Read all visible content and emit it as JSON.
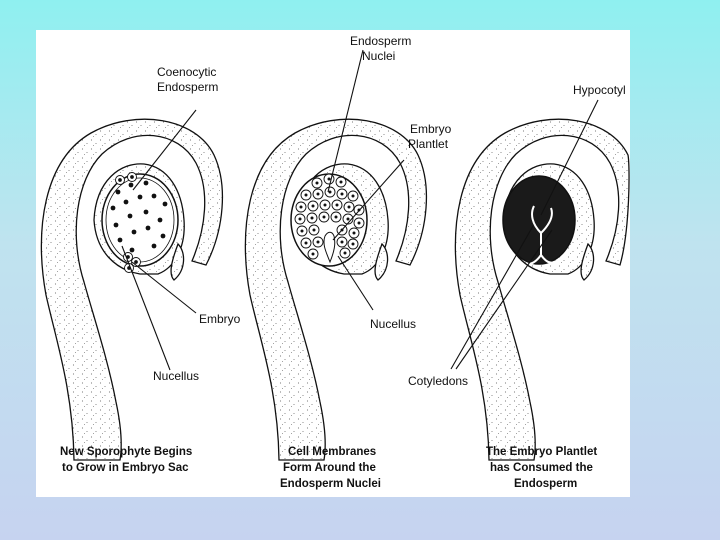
{
  "background": {
    "gradient_top": "#8ff0f0",
    "gradient_bottom": "#c6d3f0"
  },
  "panels": [
    {
      "labels": {
        "coenocytic_1": "Coenocytic",
        "coenocytic_2": "Endosperm",
        "embryo": "Embryo",
        "nucellus": "Nucellus"
      },
      "caption": [
        "New Sporophyte Begins",
        "to Grow in Embryo Sac"
      ]
    },
    {
      "labels": {
        "endosperm_nuclei_1": "Endosperm",
        "endosperm_nuclei_2": "Nuclei",
        "embryo_plantlet_1": "Embryo",
        "embryo_plantlet_2": "Plantlet",
        "nucellus": "Nucellus"
      },
      "caption": [
        "Cell Membranes",
        "Form Around the",
        "Endosperm Nuclei"
      ]
    },
    {
      "labels": {
        "hypocotyl": "Hypocotyl",
        "cotyledons": "Cotyledons"
      },
      "caption": [
        "The Embryo Plantlet",
        "has Consumed the",
        "Endosperm"
      ]
    }
  ]
}
